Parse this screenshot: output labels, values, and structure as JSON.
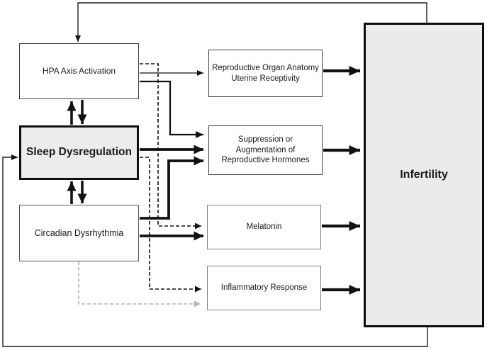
{
  "diagram": {
    "title_hint": "Pathways linking sleep dysregulation to infertility",
    "nodes": {
      "hpa": {
        "label": "HPA Axis Activation"
      },
      "sleep": {
        "label": "Sleep Dysregulation"
      },
      "circadian": {
        "label": "Circadian Dysrhythmia"
      },
      "repro": {
        "label": "Reproductive Organ Anatomy\nUterine Receptivity"
      },
      "suppression": {
        "label": "Suppression or\nAugmentation of\nReproductive Hormones"
      },
      "melatonin": {
        "label": "Melatonin"
      },
      "inflammatory": {
        "label": "Inflammatory Response"
      },
      "infertility": {
        "label": "Infertility"
      }
    },
    "edges": [
      {
        "id": "edge-infertility-to-hpa",
        "from": "infertility",
        "to": "hpa",
        "style": "solid-thin-loop"
      },
      {
        "id": "edge-infertility-to-sleep",
        "from": "infertility",
        "to": "sleep",
        "style": "solid-thin-loop"
      },
      {
        "id": "edge-hpa-sleep-bidirectional",
        "from": "hpa",
        "to": "sleep",
        "style": "solid-thick-bidirectional"
      },
      {
        "id": "edge-sleep-circadian-bidirectional",
        "from": "sleep",
        "to": "circadian",
        "style": "solid-thick-bidirectional"
      },
      {
        "id": "edge-hpa-to-repro",
        "from": "hpa",
        "to": "repro",
        "style": "solid-thin"
      },
      {
        "id": "edge-hpa-to-suppression",
        "from": "hpa",
        "to": "suppression",
        "style": "solid-medium"
      },
      {
        "id": "edge-hpa-to-melatonin",
        "from": "hpa",
        "to": "melatonin",
        "style": "dashed-black"
      },
      {
        "id": "edge-sleep-to-suppression",
        "from": "sleep",
        "to": "suppression",
        "style": "solid-thick"
      },
      {
        "id": "edge-sleep-to-inflammatory",
        "from": "sleep",
        "to": "inflammatory",
        "style": "dashed-black"
      },
      {
        "id": "edge-circadian-to-suppression",
        "from": "circadian",
        "to": "suppression",
        "style": "solid-thick"
      },
      {
        "id": "edge-circadian-to-melatonin",
        "from": "circadian",
        "to": "melatonin",
        "style": "solid-thick"
      },
      {
        "id": "edge-circadian-to-inflammatory",
        "from": "circadian",
        "to": "inflammatory",
        "style": "dashed-gray"
      },
      {
        "id": "edge-repro-to-infertility",
        "from": "repro",
        "to": "infertility",
        "style": "solid-xthick"
      },
      {
        "id": "edge-suppression-to-infertility",
        "from": "suppression",
        "to": "infertility",
        "style": "solid-xthick"
      },
      {
        "id": "edge-melatonin-to-infertility",
        "from": "melatonin",
        "to": "infertility",
        "style": "solid-xthick"
      },
      {
        "id": "edge-inflammatory-to-infertility",
        "from": "inflammatory",
        "to": "infertility",
        "style": "solid-xthick"
      }
    ],
    "colors": {
      "line_black": "#111111",
      "dashed_gray": "#b3b3b3",
      "highlight_fill": "#ececeb",
      "infertility_fill": "#ebebeb",
      "light_border_gray": "#808080"
    }
  }
}
